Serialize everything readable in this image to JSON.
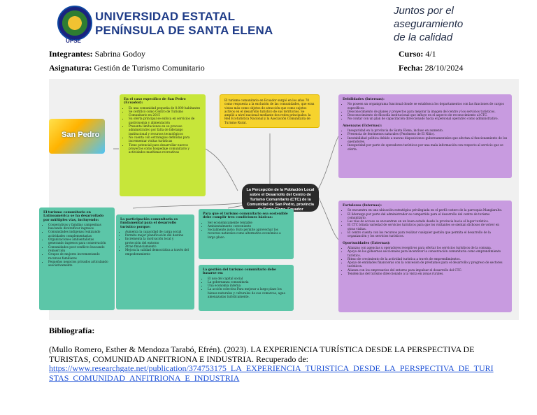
{
  "header": {
    "university_line1": "UNIVERSIDAD ESTATAL",
    "university_line2": "PENÍNSULA DE SANTA ELENA",
    "logo_text": "UPSE",
    "motto_line1": "Juntos por el",
    "motto_line2": "aseguramiento",
    "motto_line3": "de la calidad"
  },
  "info": {
    "integrantes_label": "Integrantes:",
    "integrantes_value": "Sabrina Godoy",
    "curso_label": "Curso:",
    "curso_value": "4/1",
    "asignatura_label": "Asignatura:",
    "asignatura_value": "Gestión de Turismo Comunitario",
    "fecha_label": "Fecha:",
    "fecha_value": "28/10/2024"
  },
  "mindmap": {
    "center": "La Percepción de la Población Local sobre el Desarrollo del Centro de Turismo Comunitario (CTC) de la Comunidad de San Pedro, provincia de Santa Elena, Ecuador",
    "thumb_text": "San Pedro",
    "intro": "El turismo comunitario en Ecuador surgió en los años 70 como respuesta a la exclusión de las comunidades, que eran vistas más como objetos de atracción que como sujetos activos en el desarrollo turístico de sus territorios. Se amplió a nivel nacional mediante dos redes principales: la Red Ecoturística Nacional y la Asociación Comunitaria de Turismo Rural.",
    "san_pedro": {
      "title": "En el caso específico de San Pedro (Ecuador):",
      "items": [
        "Es una comunidad pequeña de 8.000 habitantes",
        "Se certificó como Centro de Turismo Comunitario en 2015",
        "Su oferta principal se enfoca en servicios de gastronomía y alimentación",
        "Presenta limitaciones en su proceso administrativo por falta de liderazgo institucional y recursos tecnológicos",
        "No cuenta con estrategias definidas para incrementar visitas turísticas",
        "Tiene potencial para desarrollar nuevos proyectos como hospedaje comunitario y actividades marítimas recreativas"
      ]
    },
    "latam": {
      "title": "El turismo comunitario en Latinoamérica se ha desarrollado por múltiples vías, incluyendo:",
      "items": [
        "Cooperativas y familias campesinas buscando diversificar ingresos",
        "Comunidades indígenas realizando actividades complementarias",
        "Organizaciones ambientalistas generando ingresos para conservación",
        "Comunidades post-conflicto buscando reinserción",
        "Grupos de mujeres incrementando recursos familiares",
        "Pequeños negocios privados articulando asociativamente"
      ]
    },
    "participacion": {
      "title": "La participación comunitaria es fundamental para el desarrollo turístico porque:",
      "items": [
        "Aumenta la capacidad de carga social",
        "Permite mejor planificación del destino",
        "Incrementa la motivación local y protección del entorno",
        "Atrae financiamiento",
        "Mejora la calidad democrática a través del empoderamiento"
      ]
    },
    "condiciones": {
      "title": "Para que el turismo comunitario sea sostenible debe cumplir tres condiciones básicas:",
      "items": [
        "Ser económicamente rentable",
        "Ambientalmente conveniente",
        "Socialmente justo: Esto permite aprovechar los recursos naturales como alternativa económica a largo plazo."
      ]
    },
    "gestion": {
      "title": "La gestión del turismo comunitario debe basarse en:",
      "items": [
        "El uso del capital social",
        "La gobernanza comunitaria",
        "Una economía interna",
        "La acción colectiva Para mejorar a largo plazo los bienes naturales y culturales de sus comarcas, agua amenazadas turísticamente."
      ]
    },
    "debilidades": {
      "title": "Debilidades (Internas):",
      "items": [
        "No poseen un organigrama funcional donde se establezca los departamentos con las funciones de cargos específicos.",
        "Desconocimiento de planes y proyectos para mejorar la imagen del centro y los servicios turísticos.",
        "Desconocimiento de filosofía institucional que influye en el aspecto de reconocimiento al CTC.",
        "No contar con un plan de capacitación direccionado hacia el personal operativo como administrativo."
      ],
      "title2": "Amenazas (Externas):",
      "items2": [
        "Inseguridad en la provincia de Santa Elena, incluso en aumento.",
        "Presencia de fenómenos naturales (Fenómeno de El Niño).",
        "Inestabilidad política debido a nuevas disposiciones gubernamentales que afectan al funcionamiento de los operadores.",
        "Inseguridad por parte de operadores turísticos por una mala información con respecto al servicio que se oferta."
      ]
    },
    "fortalezas": {
      "title": "Fortalezas (Internas):",
      "items": [
        "Se encuentra en una ubicación estratégica privilegiada en el perfil costero de la parroquia Manglaralto.",
        "El liderazgo por parte del administrador es compartido para el desarrollo del centro de turismo comunitario.",
        "Las vías de acceso se encuentran en un buen estado desde la provincia hacia el lugar turístico.",
        "El CTC brinda variedad de servicios turísticos para que los visitantes se sientan dichosos de volver en otras visitas.",
        "El centro cuenta con los recursos para realizar cualquier gestión que permita el desarrollo de la organización y los servicios turísticos."
      ],
      "title2": "Oportunidades (Externas):",
      "items2": [
        "Alianzas con agencias u operadores receptivos para ofertar los servicios turísticos de la comuna.",
        "Apoyo de los gobiernos seccionales para incentivar la conservación comunitaria como emprendimiento turístico.",
        "Ritmo de crecimiento de la actividad turística a través de emprendimientos.",
        "Apoyo de entidades financieras con la concesión de préstamos para el desarrollo y progreso de sectores turísticos.",
        "Alianza con los empresarios del entorno para impulsar el desarrollo del CTC.",
        "Tendencias del turismo direccionado a la visita en zonas rurales."
      ]
    }
  },
  "bibliography": {
    "heading": "Bibliografía:",
    "text": "(Mullo Romero, Esther & Mendoza Tarabó, Efrén). (2023). LA EXPERIENCIA TURÍSTICA DESDE LA PERSPECTIVA DE TURISTAS, COMUNIDAD ANFITRIONA E INDUSTRIA. Recuperado de:",
    "link": "https://www.researchgate.net/publication/374753175_LA_EXPERIENCIA_TURISTICA_DESDE_LA_PERSPECTIVA_DE_TURISTAS_COMUNIDAD_ANFITRIONA_E_INDUSTRIA"
  }
}
